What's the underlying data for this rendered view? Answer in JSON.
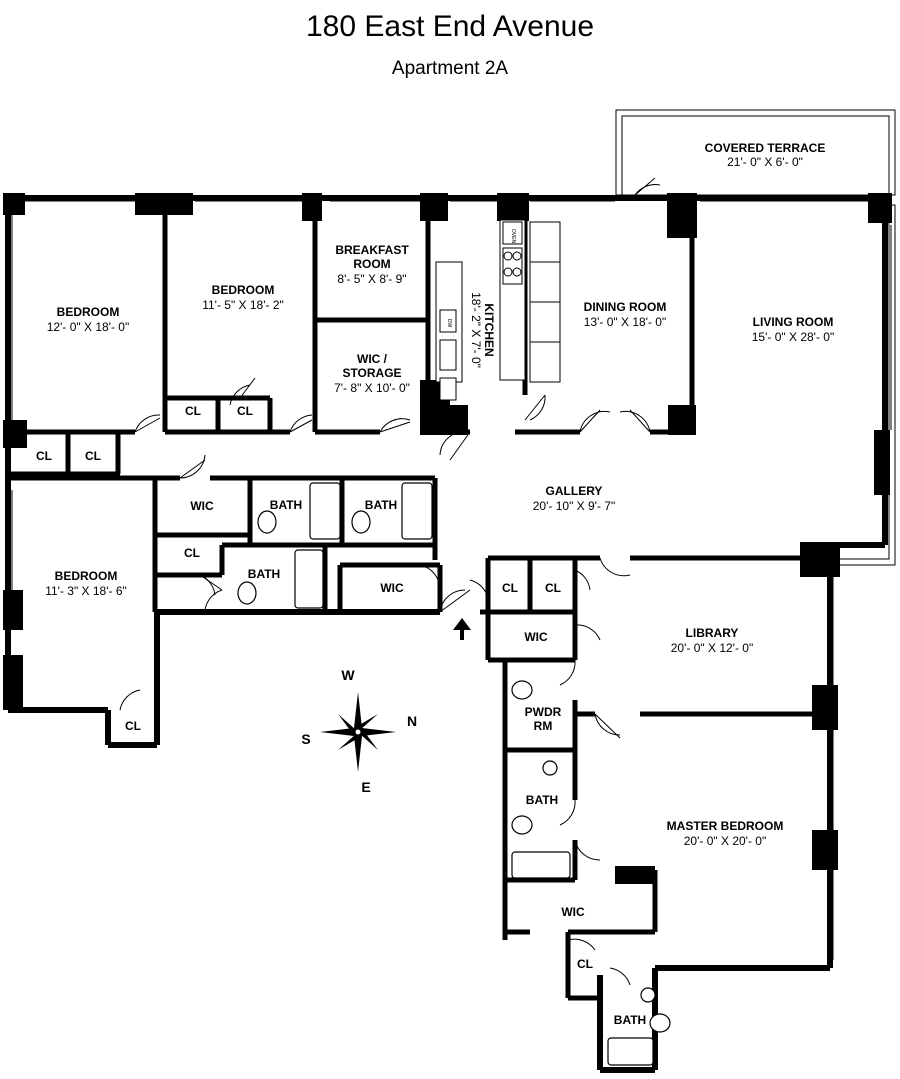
{
  "header": {
    "title": "180 East End Avenue",
    "subtitle": "Apartment 2A"
  },
  "rooms": {
    "covered_terrace": {
      "name": "COVERED TERRACE",
      "dims": "21'- 0\" X 6'- 0\""
    },
    "bedroom_1": {
      "name": "BEDROOM",
      "dims": "12'- 0\" X 18'- 0\""
    },
    "bedroom_2": {
      "name": "BEDROOM",
      "dims": "11'- 5\" X 18'- 2\""
    },
    "breakfast_room": {
      "name_1": "BREAKFAST",
      "name_2": "ROOM",
      "dims": "8'- 5\" X 8'- 9\""
    },
    "kitchen": {
      "name": "KITCHEN",
      "dims": "18'- 2\" X 7'- 0\""
    },
    "dining_room": {
      "name": "DINING ROOM",
      "dims": "13'- 0\" X 18'- 0\""
    },
    "living_room": {
      "name": "LIVING ROOM",
      "dims": "15'- 0\" X 28'- 0\""
    },
    "wic_storage": {
      "name_1": "WIC /",
      "name_2": "STORAGE",
      "dims": "7'- 8\" X 10'- 0\""
    },
    "gallery": {
      "name": "GALLERY",
      "dims": "20'- 10\" X 9'- 7\""
    },
    "bedroom_3": {
      "name": "BEDROOM",
      "dims": "11'- 3\" X 18'- 6\""
    },
    "library": {
      "name": "LIBRARY",
      "dims": "20'- 0\" X 12'- 0\""
    },
    "master_bedroom": {
      "name": "MASTER BEDROOM",
      "dims": "20'- 0\" X 20'- 0\""
    },
    "pwdr_rm": {
      "name_1": "PWDR",
      "name_2": "RM"
    }
  },
  "small_labels": {
    "cl": "CL",
    "wic": "WIC",
    "bath": "BATH"
  },
  "appliance_labels": {
    "oven": "OVEN",
    "dw": "DW"
  },
  "compass": {
    "w": "W",
    "n": "N",
    "s": "S",
    "e": "E"
  }
}
